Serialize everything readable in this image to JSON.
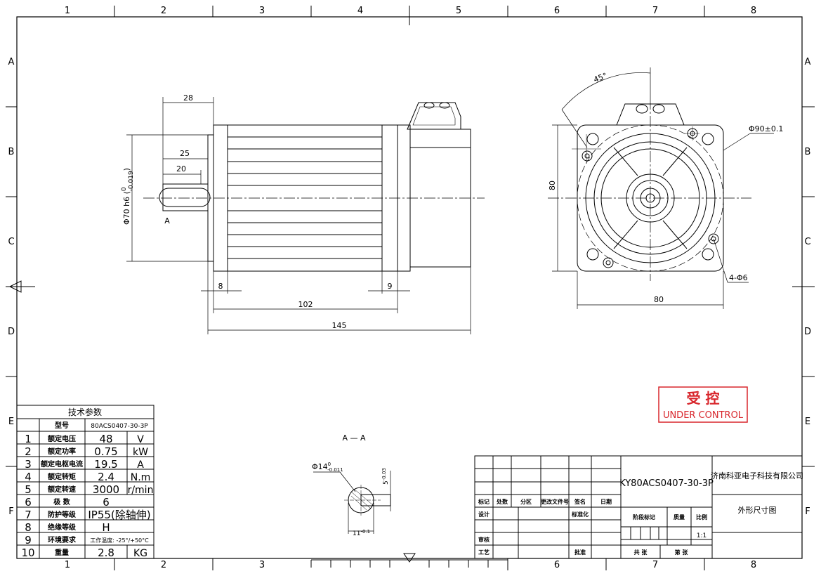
{
  "frame": {
    "top_columns": [
      "1",
      "2",
      "3",
      "4",
      "5",
      "6",
      "7",
      "8"
    ],
    "bottom_columns": [
      "1",
      "2",
      "3",
      "6",
      "7",
      "8"
    ],
    "rows": [
      "A",
      "B",
      "C",
      "D",
      "E",
      "F"
    ]
  },
  "side_view": {
    "dim_28": "28",
    "dim_25": "25",
    "dim_20": "20",
    "diameter_label": "Φ70 h6 (",
    "tol_upper": "0",
    "tol_lower": "-0.019",
    "tol_close": ")",
    "section_mark": "A",
    "dim_8": "8",
    "dim_9": "9",
    "dim_102": "102",
    "dim_145": "145"
  },
  "front_view": {
    "angle": "45°",
    "pcd": "Φ90±0.1",
    "height": "80",
    "width": "80",
    "holes": "4-Φ6"
  },
  "section": {
    "title": "A — A",
    "shaft_dia": "Φ14",
    "shaft_tol_upper": "0",
    "shaft_tol_lower": "-0.011",
    "key_width": "5",
    "key_tol": "-0.03",
    "depth": "11",
    "depth_tol": "-0.1"
  },
  "stamp": {
    "line1": "受 控",
    "line2": "UNDER CONTROL",
    "color": "#d8262c"
  },
  "spec_table": {
    "title": "技术参数",
    "model_label": "型号",
    "model_value": "80ACS0407-30-3P",
    "rows": [
      {
        "no": "1",
        "name": "额定电压",
        "value": "48",
        "unit": "V"
      },
      {
        "no": "2",
        "name": "额定功率",
        "value": "0.75",
        "unit": "kW"
      },
      {
        "no": "3",
        "name": "额定电枢电流",
        "value": "19.5",
        "unit": "A"
      },
      {
        "no": "4",
        "name": "额定转矩",
        "value": "2.4",
        "unit": "N.m"
      },
      {
        "no": "5",
        "name": "额定转速",
        "value": "3000",
        "unit": "r/min"
      },
      {
        "no": "6",
        "name": "极 数",
        "value": "6",
        "unit": ""
      },
      {
        "no": "7",
        "name": "防护等级",
        "value": "IP55(除轴伸)",
        "unit": ""
      },
      {
        "no": "8",
        "name": "绝缘等级",
        "value": "H",
        "unit": ""
      },
      {
        "no": "9",
        "name": "环境要求",
        "value": "工作温度: -25°/+50°C",
        "unit": ""
      },
      {
        "no": "10",
        "name": "重量",
        "value": "2.8",
        "unit": "KG"
      }
    ]
  },
  "title_block": {
    "col_labels": [
      "标记",
      "处数",
      "分区",
      "更改文件号",
      "签名",
      "日期"
    ],
    "design": "设计",
    "standard": "标准化",
    "check": "审核",
    "process": "工艺",
    "approve": "批准",
    "stage": "阶段标记",
    "mass": "质量",
    "scale_label": "比例",
    "scale_value": "1:1",
    "total_sheets": "共 张",
    "sheet_no": "第 张",
    "drawing_no": "KY80ACS0407-30-3P",
    "company": "济南科亚电子科技有限公司",
    "drawing_name": "外形尺寸图"
  }
}
